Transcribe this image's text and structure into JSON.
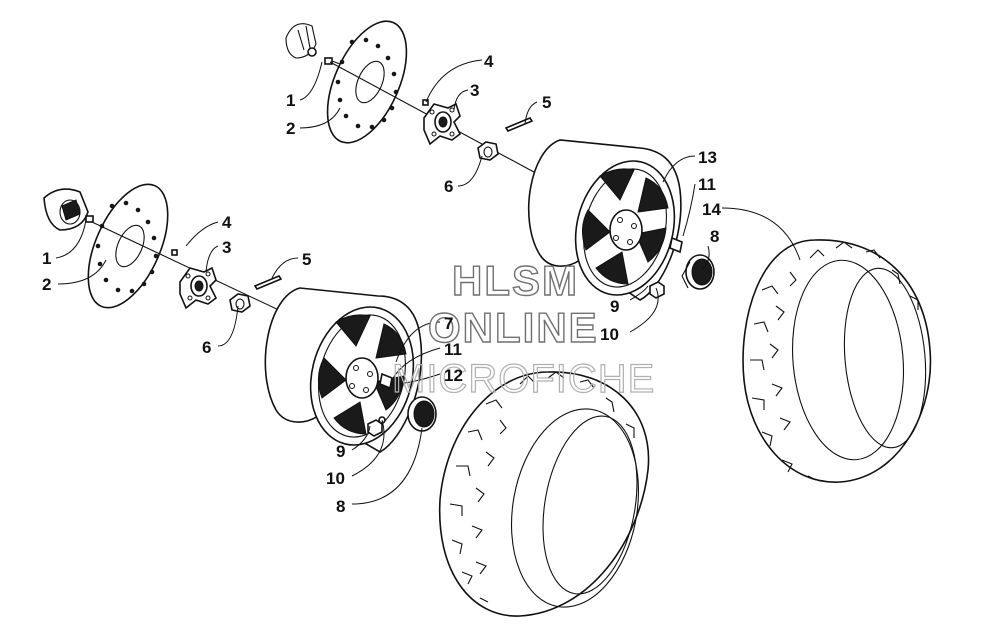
{
  "watermark": {
    "line1": "HLSM",
    "line2": "ONLINE",
    "line3": "MICROFICHE"
  },
  "callouts": [
    {
      "id": "c1a",
      "label": "1"
    },
    {
      "id": "c2a",
      "label": "2"
    },
    {
      "id": "c3a",
      "label": "3"
    },
    {
      "id": "c4a",
      "label": "4"
    },
    {
      "id": "c5a",
      "label": "5"
    },
    {
      "id": "c6a",
      "label": "6"
    },
    {
      "id": "c13",
      "label": "13"
    },
    {
      "id": "c11a",
      "label": "11"
    },
    {
      "id": "c14",
      "label": "14"
    },
    {
      "id": "c8a",
      "label": "8"
    },
    {
      "id": "c9a",
      "label": "9"
    },
    {
      "id": "c10a",
      "label": "10"
    },
    {
      "id": "c1b",
      "label": "1"
    },
    {
      "id": "c2b",
      "label": "2"
    },
    {
      "id": "c4b",
      "label": "4"
    },
    {
      "id": "c3b",
      "label": "3"
    },
    {
      "id": "c5b",
      "label": "5"
    },
    {
      "id": "c6b",
      "label": "6"
    },
    {
      "id": "c7",
      "label": "7"
    },
    {
      "id": "c11b",
      "label": "11"
    },
    {
      "id": "c12",
      "label": "12"
    },
    {
      "id": "c9b",
      "label": "9"
    },
    {
      "id": "c10b",
      "label": "10"
    },
    {
      "id": "c8b",
      "label": "8"
    }
  ]
}
